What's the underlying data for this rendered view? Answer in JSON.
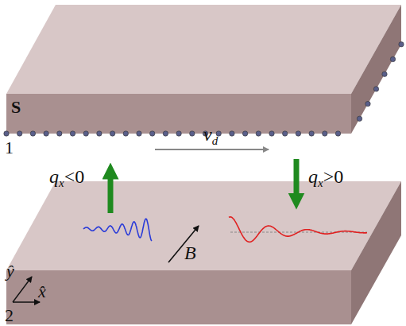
{
  "diagram": {
    "labels": [
      "S",
      "1",
      "v",
      "d",
      "q",
      "x",
      "<0",
      "q",
      "x",
      ">0",
      "ŷ",
      "x̂",
      "2",
      "B"
    ]
  }
}
